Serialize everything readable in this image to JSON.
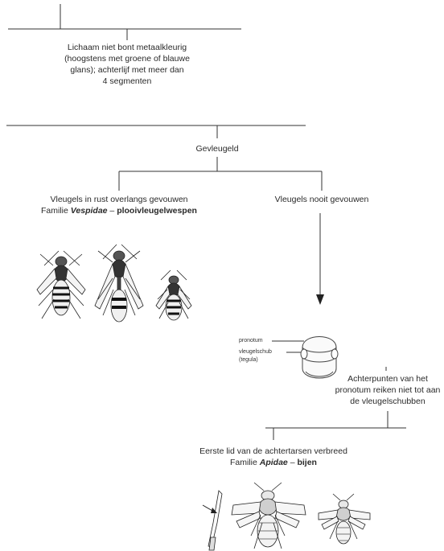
{
  "node1": {
    "lines": [
      "Lichaam niet bont metaalkleurig",
      "(hoogstens met groene of blauwe",
      "glans); achterlijf met meer dan",
      "4 segmenten"
    ]
  },
  "node2": {
    "label": "Gevleugeld"
  },
  "node_left": {
    "line1": "Vleugels in rust overlangs gevouwen",
    "familie_prefix": "Familie ",
    "familie_latin": "Vespidae",
    "familie_dash": " – ",
    "familie_common": "plooivleugelwespen"
  },
  "node_right": {
    "label": "Vleugels nooit gevouwen"
  },
  "pronotum_figure": {
    "label_pronotum": "pronotum",
    "label_tegula": "vleugelschub",
    "label_tegula_sub": "(tegula)"
  },
  "node_pronotum": {
    "lines": [
      "Achterpunten van het",
      "pronotum reiken niet tot aan",
      "de vleugelschubben"
    ]
  },
  "node_apidae": {
    "line1": "Eerste lid van de achtertarsen verbreed",
    "familie_prefix": "Familie ",
    "familie_latin": "Apidae",
    "familie_dash": " – ",
    "familie_common": "bijen"
  },
  "colors": {
    "ink": "#2a2a2a",
    "background": "#ffffff"
  }
}
